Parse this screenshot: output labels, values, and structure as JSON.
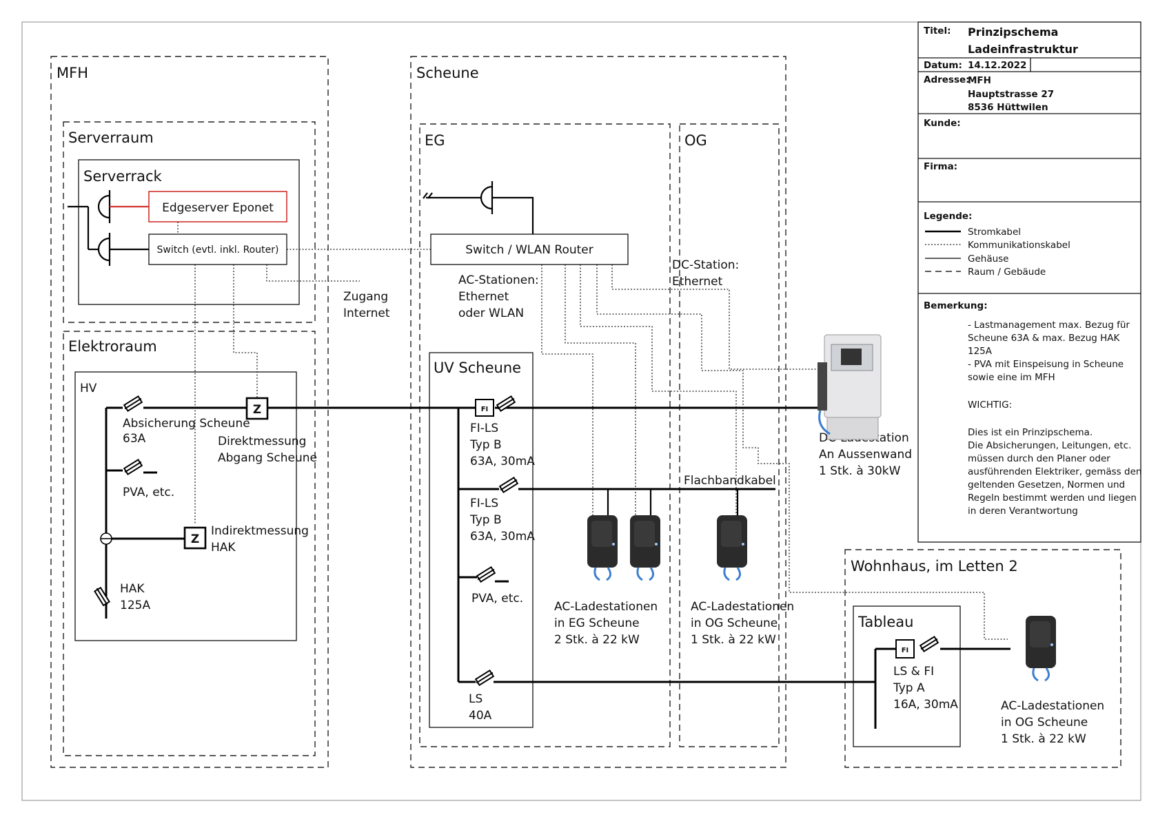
{
  "title_block": {
    "title_label": "Titel:",
    "title_line1": "Prinzipschema",
    "title_line2": "Ladeinfrastruktur",
    "date_label": "Datum:",
    "date_value": "14.12.2022",
    "address_label": "Adresse:",
    "address_line1": "MFH",
    "address_line2": "Hauptstrasse 27",
    "address_line3": "8536 Hüttwilen",
    "customer_label": "Kunde:",
    "company_label": "Firma:",
    "legend_label": "Legende:",
    "legend": [
      {
        "style": "solid-thick",
        "text": "Stromkabel"
      },
      {
        "style": "dotted",
        "text": "Kommunikationskabel"
      },
      {
        "style": "solid-thin",
        "text": "Gehäuse"
      },
      {
        "style": "dashed",
        "text": "Raum / Gebäude"
      }
    ],
    "remarks_label": "Bemerkung:",
    "remarks_1": [
      "- Lastmanagement max. Bezug für",
      "Scheune 63A & max. Bezug HAK",
      "125A",
      "- PVA mit Einspeisung in Scheune",
      "sowie eine im MFH"
    ],
    "remarks_important": "WICHTIG:",
    "remarks_2": [
      "Dies ist ein Prinzipschema.",
      "Die Absicherungen, Leitungen, etc.",
      "müssen durch den Planer oder",
      "ausführenden Elektriker, gemäss den",
      "geltenden Gesetzen, Normen und",
      "Regeln  bestimmt werden und liegen",
      "in deren Verantwortung"
    ]
  },
  "mfh": {
    "label": "MFH",
    "serverraum": "Serverraum",
    "serverrack": "Serverrack",
    "edgeserver": "Edgeserver Eponet",
    "switch": "Switch (evtl. inkl. Router)",
    "zugang": [
      "Zugang",
      "Internet"
    ],
    "elektroraum": "Elektroraum",
    "hv": "HV",
    "z_symbol": "Z",
    "absicherung": [
      "Absicherung Scheune",
      "63A"
    ],
    "direktmessung": [
      "Direktmessung",
      "Abgang Scheune"
    ],
    "pva": "PVA, etc.",
    "indirektmessung": [
      "Indirektmessung",
      "HAK"
    ],
    "hak": [
      "HAK",
      "125A"
    ]
  },
  "scheune": {
    "label": "Scheune",
    "eg": "EG",
    "og": "OG",
    "switch_wlan": "Switch / WLAN Router",
    "ac_comm": [
      "AC-Stationen:",
      "Ethernet",
      "oder WLAN"
    ],
    "dc_comm": [
      "DC-Station:",
      "Ethernet"
    ],
    "uv": "UV Scheune",
    "fi_symbol": "FI",
    "fi_ls_1": [
      "FI-LS",
      "Typ B",
      "63A, 30mA"
    ],
    "fi_ls_2": [
      "FI-LS",
      "Typ B",
      "63A, 30mA"
    ],
    "pva": "PVA, etc.",
    "ls": [
      "LS",
      "40A"
    ],
    "flachband": "Flachbandkabel",
    "ac_eg": [
      "AC-Ladestationen",
      "in EG Scheune",
      "2 Stk. à 22 kW"
    ],
    "ac_og": [
      "AC-Ladestationen",
      "in OG Scheune",
      "1 Stk. à 22 kW"
    ]
  },
  "dc_station": {
    "lines": [
      "DC-Ladestation",
      "An Aussenwand",
      "1 Stk. à 30kW"
    ]
  },
  "wohnhaus": {
    "label": "Wohnhaus, im Letten 2",
    "tableau": "Tableau",
    "fi_symbol": "FI",
    "lsfi": [
      "LS & FI",
      "Typ A",
      "16A, 30mA"
    ],
    "ac": [
      "AC-Ladestationen",
      "in OG Scheune",
      "1 Stk. à 22 kW"
    ]
  },
  "colors": {
    "line": "#000000",
    "edgeserver_accent": "#d0312d",
    "charger_body": "#2b2b2b",
    "charger_cable": "#3d7fd0"
  }
}
